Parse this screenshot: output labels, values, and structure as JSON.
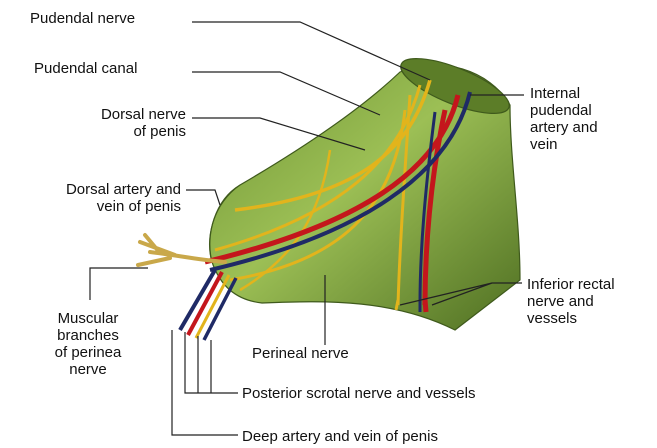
{
  "diagram": {
    "labels": {
      "pudendal_nerve": "Pudendal nerve",
      "pudendal_canal": "Pudendal canal",
      "dorsal_nerve": "Dorsal nerve\nof penis",
      "dorsal_artery_vein": "Dorsal artery and\nvein of penis",
      "muscular_branches": "Muscular\nbranches\nof perinea\nnerve",
      "internal_pudendal": "Internal\npudendal\nartery and\nvein",
      "inferior_rectal": "Inferior rectal\nnerve and\nvessels",
      "perineal_nerve": "Perineal nerve",
      "posterior_scrotal": "Posterior scrotal nerve and vessels",
      "deep_artery_vein": "Deep artery and vein of penis"
    },
    "colors": {
      "canal_fill": "#8fb34a",
      "canal_edge": "#3f5a1c",
      "nerve": "#e2b41c",
      "artery": "#c4161c",
      "vein": "#1f2a66",
      "leader": "#222222"
    }
  }
}
